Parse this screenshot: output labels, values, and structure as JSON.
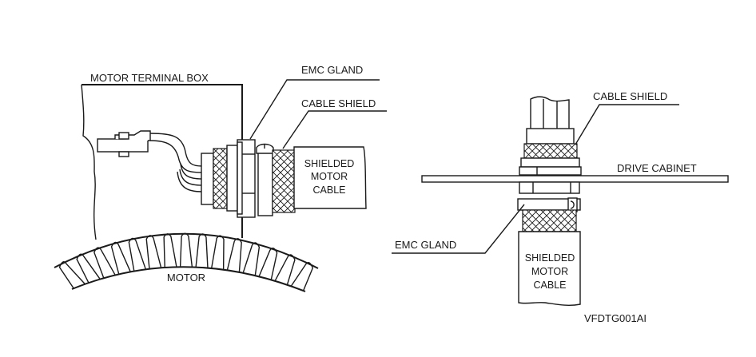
{
  "diagram": {
    "left": {
      "labels": {
        "terminal_box": "MOTOR TERMINAL BOX",
        "emc_gland": "EMC GLAND",
        "cable_shield": "CABLE SHIELD",
        "cable_line1": "SHIELDED",
        "cable_line2": "MOTOR",
        "cable_line3": "CABLE",
        "motor": "MOTOR"
      }
    },
    "right": {
      "labels": {
        "cable_shield": "CABLE SHIELD",
        "drive_cabinet": "DRIVE CABINET",
        "emc_gland": "EMC GLAND",
        "cable_line1": "SHIELDED",
        "cable_line2": "MOTOR",
        "cable_line3": "CABLE"
      }
    },
    "figure_id": "VFDTG001AI",
    "colors": {
      "line": "#1a1a1a",
      "background": "#ffffff"
    }
  }
}
